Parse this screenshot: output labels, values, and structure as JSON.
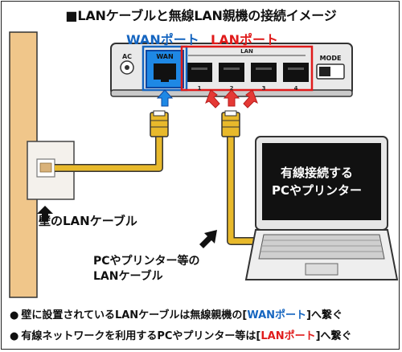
{
  "title": "■LANケーブルと無線LAN親機の接続イメージ",
  "labels": {
    "wan_port": "WANポート",
    "lan_port": "LANポート",
    "wall_cable": "壁のLANケーブル",
    "pc_cable_line1": "PCやプリンター等の",
    "pc_cable_line2": "LANケーブル",
    "screen_line1": "有線接続する",
    "screen_line2": "PCやプリンター"
  },
  "router": {
    "ac": "AC",
    "wan": "WAN",
    "lan": "LAN",
    "mode": "MODE",
    "port_numbers": [
      "1",
      "2",
      "3",
      "4"
    ]
  },
  "notes": {
    "bullet": "●",
    "note1_before": "壁に設置されているLANケーブルは無線親機の[",
    "note1_highlight": "WANポート",
    "note1_after": "]へ繋ぐ",
    "note2_before": "有線ネットワークを利用するPCやプリンター等は[",
    "note2_highlight": "LANポート",
    "note2_after": "]へ繋ぐ"
  },
  "colors": {
    "wan_blue": "#1565c0",
    "lan_red": "#e01b1b",
    "cable_yellow": "#e8b92b",
    "wall_tan": "#f0c68a"
  },
  "icons": [
    "up-arrow-icon",
    "diagonal-arrow-icon",
    "bullet-icon"
  ]
}
